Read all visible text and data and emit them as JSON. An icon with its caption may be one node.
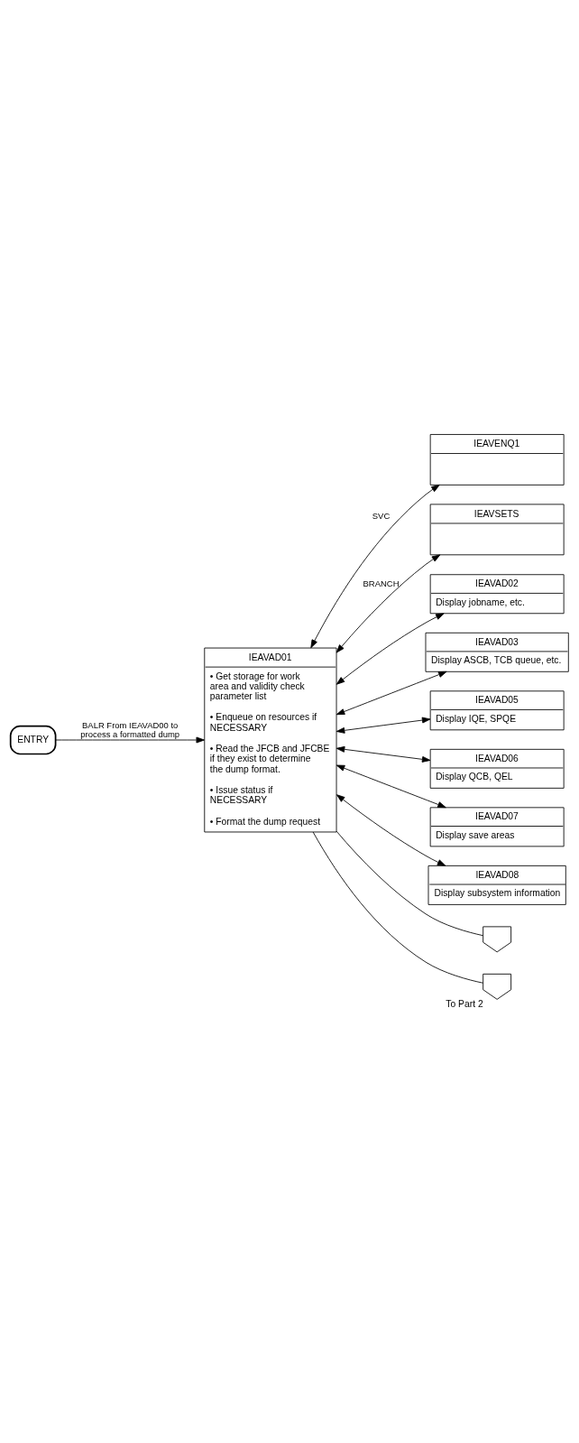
{
  "diagram": {
    "nodes": [
      {
        "text": [
          "ENTRY"
        ]
      },
      {
        "text": [
          "IEAVAD01",
          "• Get storage for work area and validity check parameter list",
          "• Enqueue on resources if NECESSARY",
          "• Read the JFCB and JFCBE if they exist to determine the dump format.",
          "• Issue status if NECESSARY",
          "• Format the dump request"
        ]
      },
      {
        "text": [
          "IEAVENQ1"
        ]
      },
      {
        "text": [
          "IEAVSETS"
        ]
      },
      {
        "text": [
          "IEAVAD02",
          "Display jobname, etc."
        ]
      },
      {
        "text": [
          "IEAVAD03",
          "Display ASCB, TCB queue, etc."
        ]
      },
      {
        "text": [
          "IEAVAD05",
          "Display IQE, SPQE"
        ]
      },
      {
        "text": [
          "IEAVAD06",
          "Display QCB, QEL"
        ]
      },
      {
        "text": [
          "IEAVAD07",
          "Display save areas"
        ]
      },
      {
        "text": [
          "IEAVAD08",
          "Display subsystem information"
        ]
      },
      {
        "text": [],
        "shape": "pentagon"
      },
      {
        "text": [],
        "shape": "pentagon",
        "beside": [
          "To Part 2"
        ]
      }
    ],
    "edges": [
      {
        "from": 0,
        "to": 1,
        "arrow": "to",
        "label": "BALR From IEAVAD00 to process a formatted dump"
      },
      {
        "from": 1,
        "to": 2,
        "arrow": "both",
        "label": "SVC"
      },
      {
        "from": 1,
        "to": 3,
        "arrow": "both",
        "label": "BRANCH"
      },
      {
        "from": 1,
        "to": 4,
        "arrow": "both"
      },
      {
        "from": 1,
        "to": 5,
        "arrow": "both"
      },
      {
        "from": 1,
        "to": 6,
        "arrow": "both"
      },
      {
        "from": 1,
        "to": 7,
        "arrow": "both"
      },
      {
        "from": 1,
        "to": 8,
        "arrow": "both"
      },
      {
        "from": 1,
        "to": 9,
        "arrow": "both"
      },
      {
        "from": 1,
        "to": 10,
        "arrow": "none"
      },
      {
        "from": 1,
        "to": 11,
        "arrow": "none"
      }
    ]
  }
}
